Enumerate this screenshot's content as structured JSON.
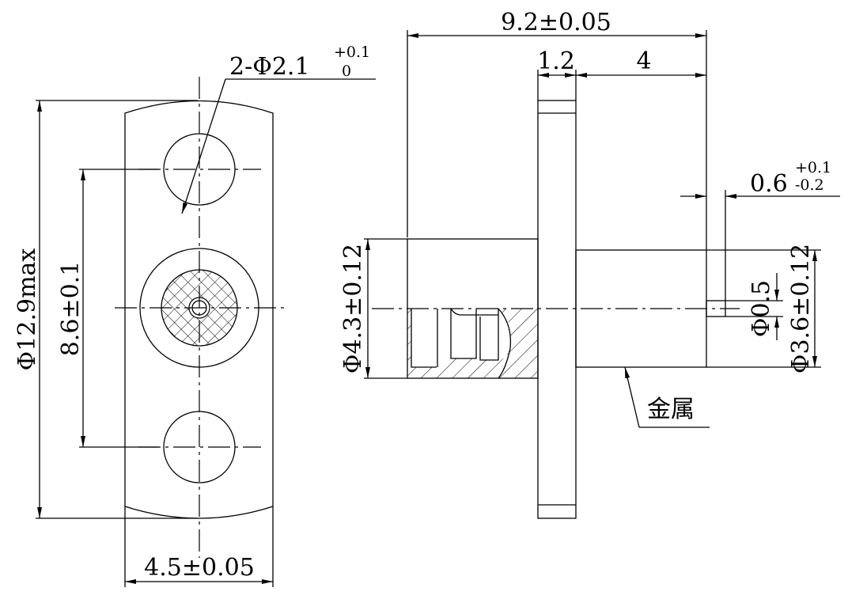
{
  "front_view": {
    "hole_callout": "2-Φ2.1",
    "hole_tol_upper": "+0.1",
    "hole_tol_lower": "0",
    "outer_dia": "Φ12.9max",
    "hole_pitch": "8.6±0.1",
    "width": "4.5±0.05"
  },
  "side_view": {
    "overall_length": "9.2±0.05",
    "flange_thickness": "1.2",
    "body_length": "4",
    "pin_length": "0.6",
    "pin_tol_upper": "+0.1",
    "pin_tol_lower": "-0.2",
    "rear_dia": "Φ4.3±0.12",
    "front_dia": "Φ3.6±0.12",
    "pin_dia": "Φ0.5",
    "material_note": "金属"
  }
}
